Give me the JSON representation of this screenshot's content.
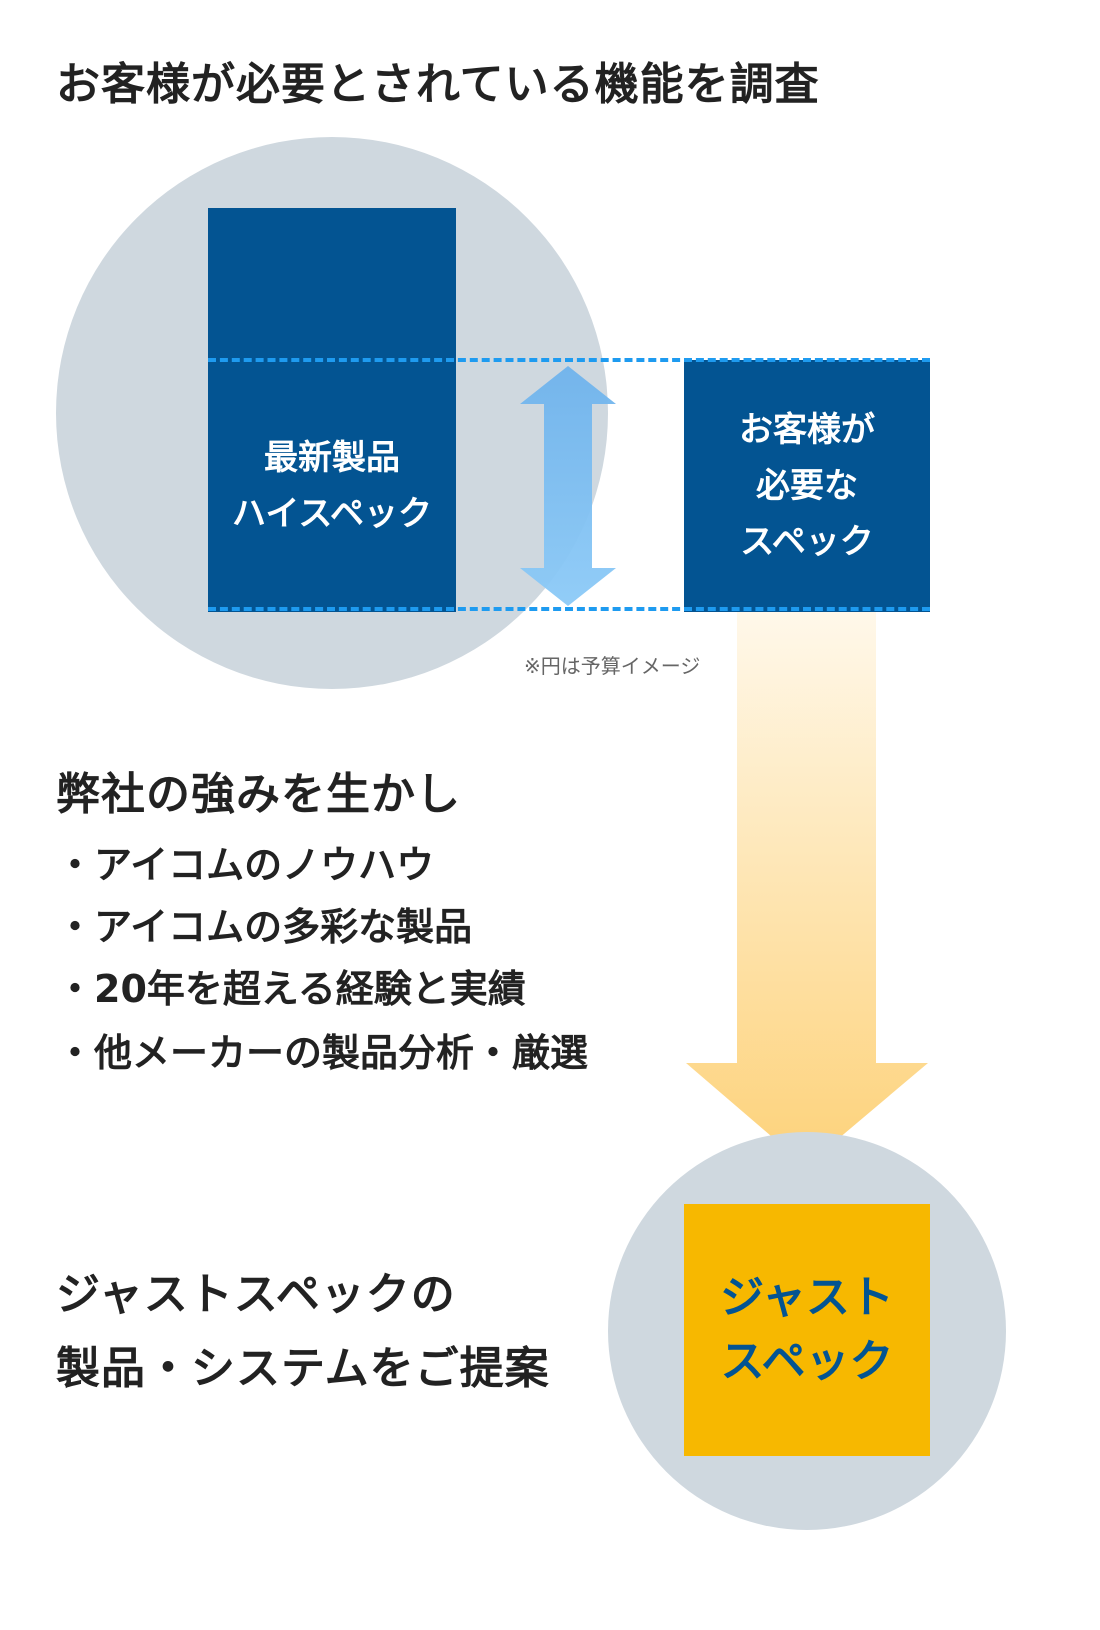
{
  "title": "お客様が必要とされている機能を調査",
  "top_diagram": {
    "left_box": {
      "lines": [
        "最新製品",
        "ハイスペック"
      ]
    },
    "right_box": {
      "lines": [
        "お客様が",
        "必要な",
        "スペック"
      ]
    },
    "note": "※円は予算イメージ"
  },
  "strengths": {
    "title": "弊社の強みを生かし",
    "items": [
      "・アイコムのノウハウ",
      "・アイコムの多彩な製品",
      "・20年を超える経験と実績",
      "・他メーカーの製品分析・厳選"
    ]
  },
  "proposal": {
    "lines": [
      "ジャストスペックの",
      "製品・システムをご提案"
    ]
  },
  "result_box": {
    "lines": [
      "ジャスト",
      "スペック"
    ]
  },
  "colors": {
    "navy": "#035492",
    "circle": "#cfd8df",
    "dash": "#1e9bf0",
    "yellow": "#f7b800",
    "arrow_light": "#8cc4f0"
  }
}
